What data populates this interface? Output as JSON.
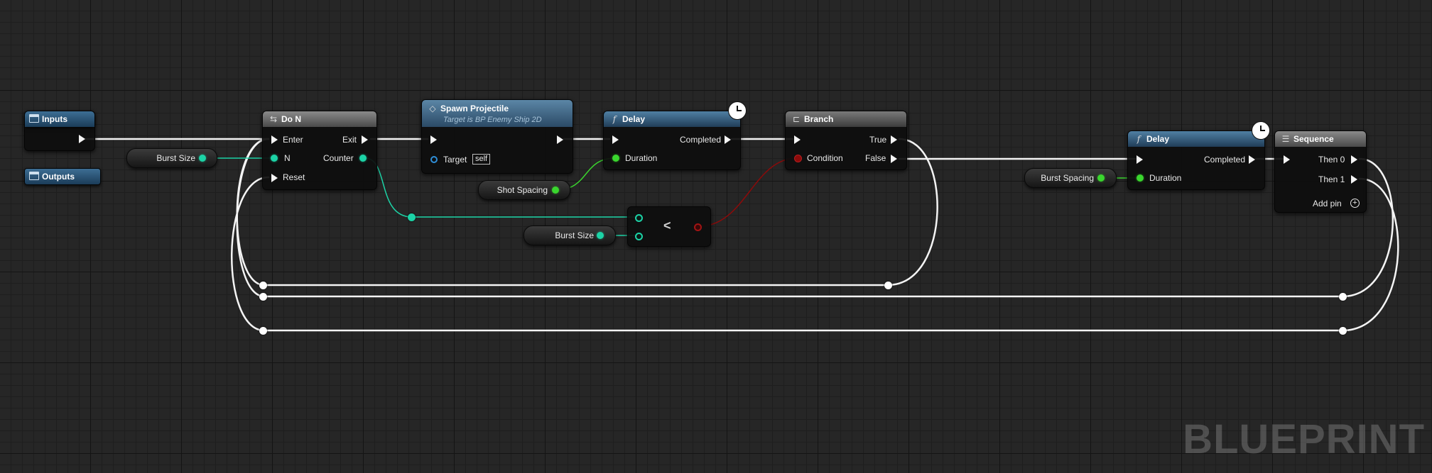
{
  "graph": {
    "watermark": "BLUEPRINT"
  },
  "tunnels": {
    "inputs": "Inputs",
    "outputs": "Outputs"
  },
  "do_n": {
    "title": "Do N",
    "enter": "Enter",
    "n": "N",
    "reset": "Reset",
    "exit": "Exit",
    "counter": "Counter"
  },
  "spawn_projectile": {
    "title": "Spawn Projectile",
    "subtitle": "Target is BP Enemy Ship 2D",
    "target": "Target",
    "target_default": "self"
  },
  "delay_1": {
    "title": "Delay",
    "completed": "Completed",
    "duration": "Duration"
  },
  "branch": {
    "title": "Branch",
    "condition": "Condition",
    "true_label": "True",
    "false_label": "False"
  },
  "delay_2": {
    "title": "Delay",
    "completed": "Completed",
    "duration": "Duration"
  },
  "sequence": {
    "title": "Sequence",
    "then0": "Then 0",
    "then1": "Then 1",
    "add_pin": "Add pin"
  },
  "compare": {
    "symbol": "<"
  },
  "variables": {
    "burst_size_1": "Burst Size",
    "burst_size_2": "Burst Size",
    "shot_spacing": "Shot Spacing",
    "burst_spacing": "Burst Spacing"
  },
  "colors": {
    "exec": "#f4f4f4",
    "integer": "#1cd3a6",
    "float": "#3ad62e",
    "boolean": "#8c0a0a",
    "object": "#2f8fd8",
    "function_header": "#2b4a66"
  }
}
